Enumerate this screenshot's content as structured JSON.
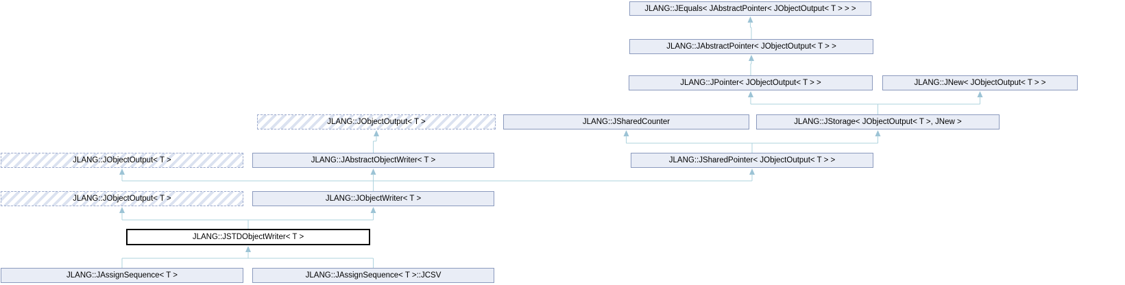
{
  "diagram": {
    "kind": "class-inheritance-graph",
    "colors": {
      "node_fill": "#e9edf6",
      "node_border": "#8a99bd",
      "truncated_hatch": "#dbe2f0",
      "current_border": "#000000",
      "edge_line": "#aed3de",
      "edge_arrow": "#9cc3d5",
      "text": "#000000",
      "background": "#ffffff"
    },
    "nodes": [
      {
        "id": "jequals",
        "kind": "normal",
        "label": "JLANG::JEquals< JAbstractPointer< JObjectOutput< T > > >"
      },
      {
        "id": "jabstractpointer",
        "kind": "normal",
        "label": "JLANG::JAbstractPointer< JObjectOutput< T > >"
      },
      {
        "id": "jpointer",
        "kind": "normal",
        "label": "JLANG::JPointer< JObjectOutput< T > >"
      },
      {
        "id": "jnew",
        "kind": "normal",
        "label": "JLANG::JNew< JObjectOutput< T > >"
      },
      {
        "id": "jobjectoutput_r4",
        "kind": "truncated",
        "label": "JLANG::JObjectOutput< T >"
      },
      {
        "id": "jsharedcounter",
        "kind": "normal",
        "label": "JLANG::JSharedCounter"
      },
      {
        "id": "jstorage",
        "kind": "normal",
        "label": "JLANG::JStorage< JObjectOutput< T >, JNew >"
      },
      {
        "id": "jobjectoutput_r5",
        "kind": "truncated",
        "label": "JLANG::JObjectOutput< T >"
      },
      {
        "id": "jabstractobjectwriter",
        "kind": "normal",
        "label": "JLANG::JAbstractObjectWriter< T >"
      },
      {
        "id": "jsharedpointer",
        "kind": "normal",
        "label": "JLANG::JSharedPointer< JObjectOutput< T > >"
      },
      {
        "id": "jobjectoutput_r6",
        "kind": "truncated",
        "label": "JLANG::JObjectOutput< T >"
      },
      {
        "id": "jobjectwriter",
        "kind": "normal",
        "label": "JLANG::JObjectWriter< T >"
      },
      {
        "id": "jstdobjectwriter",
        "kind": "current",
        "label": "JLANG::JSTDObjectWriter< T >"
      },
      {
        "id": "jassignsequence",
        "kind": "normal",
        "label": "JLANG::JAssignSequence< T >"
      },
      {
        "id": "jassignsequence_jcsv",
        "kind": "normal",
        "label": "JLANG::JAssignSequence< T >::JCSV"
      }
    ],
    "inheritance": [
      {
        "children": [
          "jabstractpointer"
        ],
        "parents": [
          "jequals"
        ]
      },
      {
        "children": [
          "jpointer"
        ],
        "parents": [
          "jabstractpointer"
        ]
      },
      {
        "children": [
          "jstorage"
        ],
        "parents": [
          "jpointer",
          "jnew"
        ]
      },
      {
        "children": [
          "jsharedpointer"
        ],
        "parents": [
          "jsharedcounter",
          "jstorage"
        ]
      },
      {
        "children": [
          "jabstractobjectwriter"
        ],
        "parents": [
          "jobjectoutput_r4"
        ]
      },
      {
        "children": [
          "jobjectwriter"
        ],
        "parents": [
          "jobjectoutput_r5",
          "jabstractobjectwriter",
          "jsharedpointer"
        ]
      },
      {
        "children": [
          "jstdobjectwriter"
        ],
        "parents": [
          "jobjectoutput_r6",
          "jobjectwriter"
        ]
      },
      {
        "children": [
          "jassignsequence",
          "jassignsequence_jcsv"
        ],
        "parents": [
          "jstdobjectwriter"
        ]
      }
    ]
  }
}
